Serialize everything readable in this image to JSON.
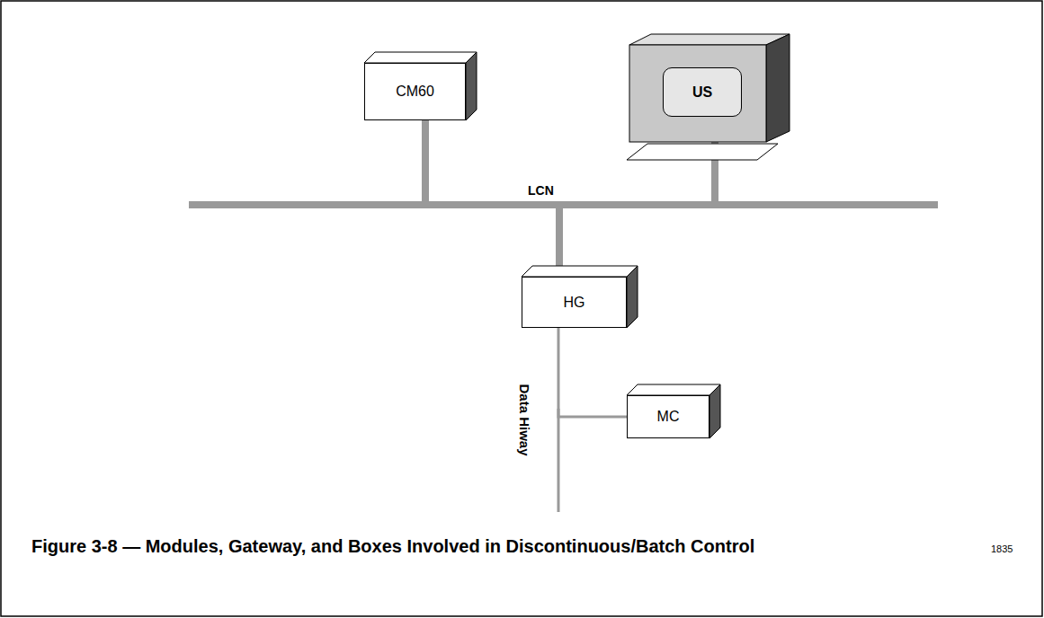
{
  "diagram": {
    "caption": "Figure 3-8 — Modules, Gateway, and Boxes Involved in Discontinuous/Batch Control",
    "nodes": [
      {
        "text": [
          "CM60"
        ]
      },
      {
        "text": [
          "US"
        ]
      },
      {
        "text": [
          "HG"
        ]
      },
      {
        "text": [
          "MC"
        ]
      }
    ],
    "edges": [
      {
        "from": 0,
        "to": 2,
        "arrow": "none"
      },
      {
        "from": 1,
        "to": 2,
        "arrow": "none"
      },
      {
        "from": 2,
        "to": 3,
        "arrow": "none"
      }
    ],
    "labels": [
      "LCN",
      "Data Hiway",
      "1835"
    ]
  }
}
